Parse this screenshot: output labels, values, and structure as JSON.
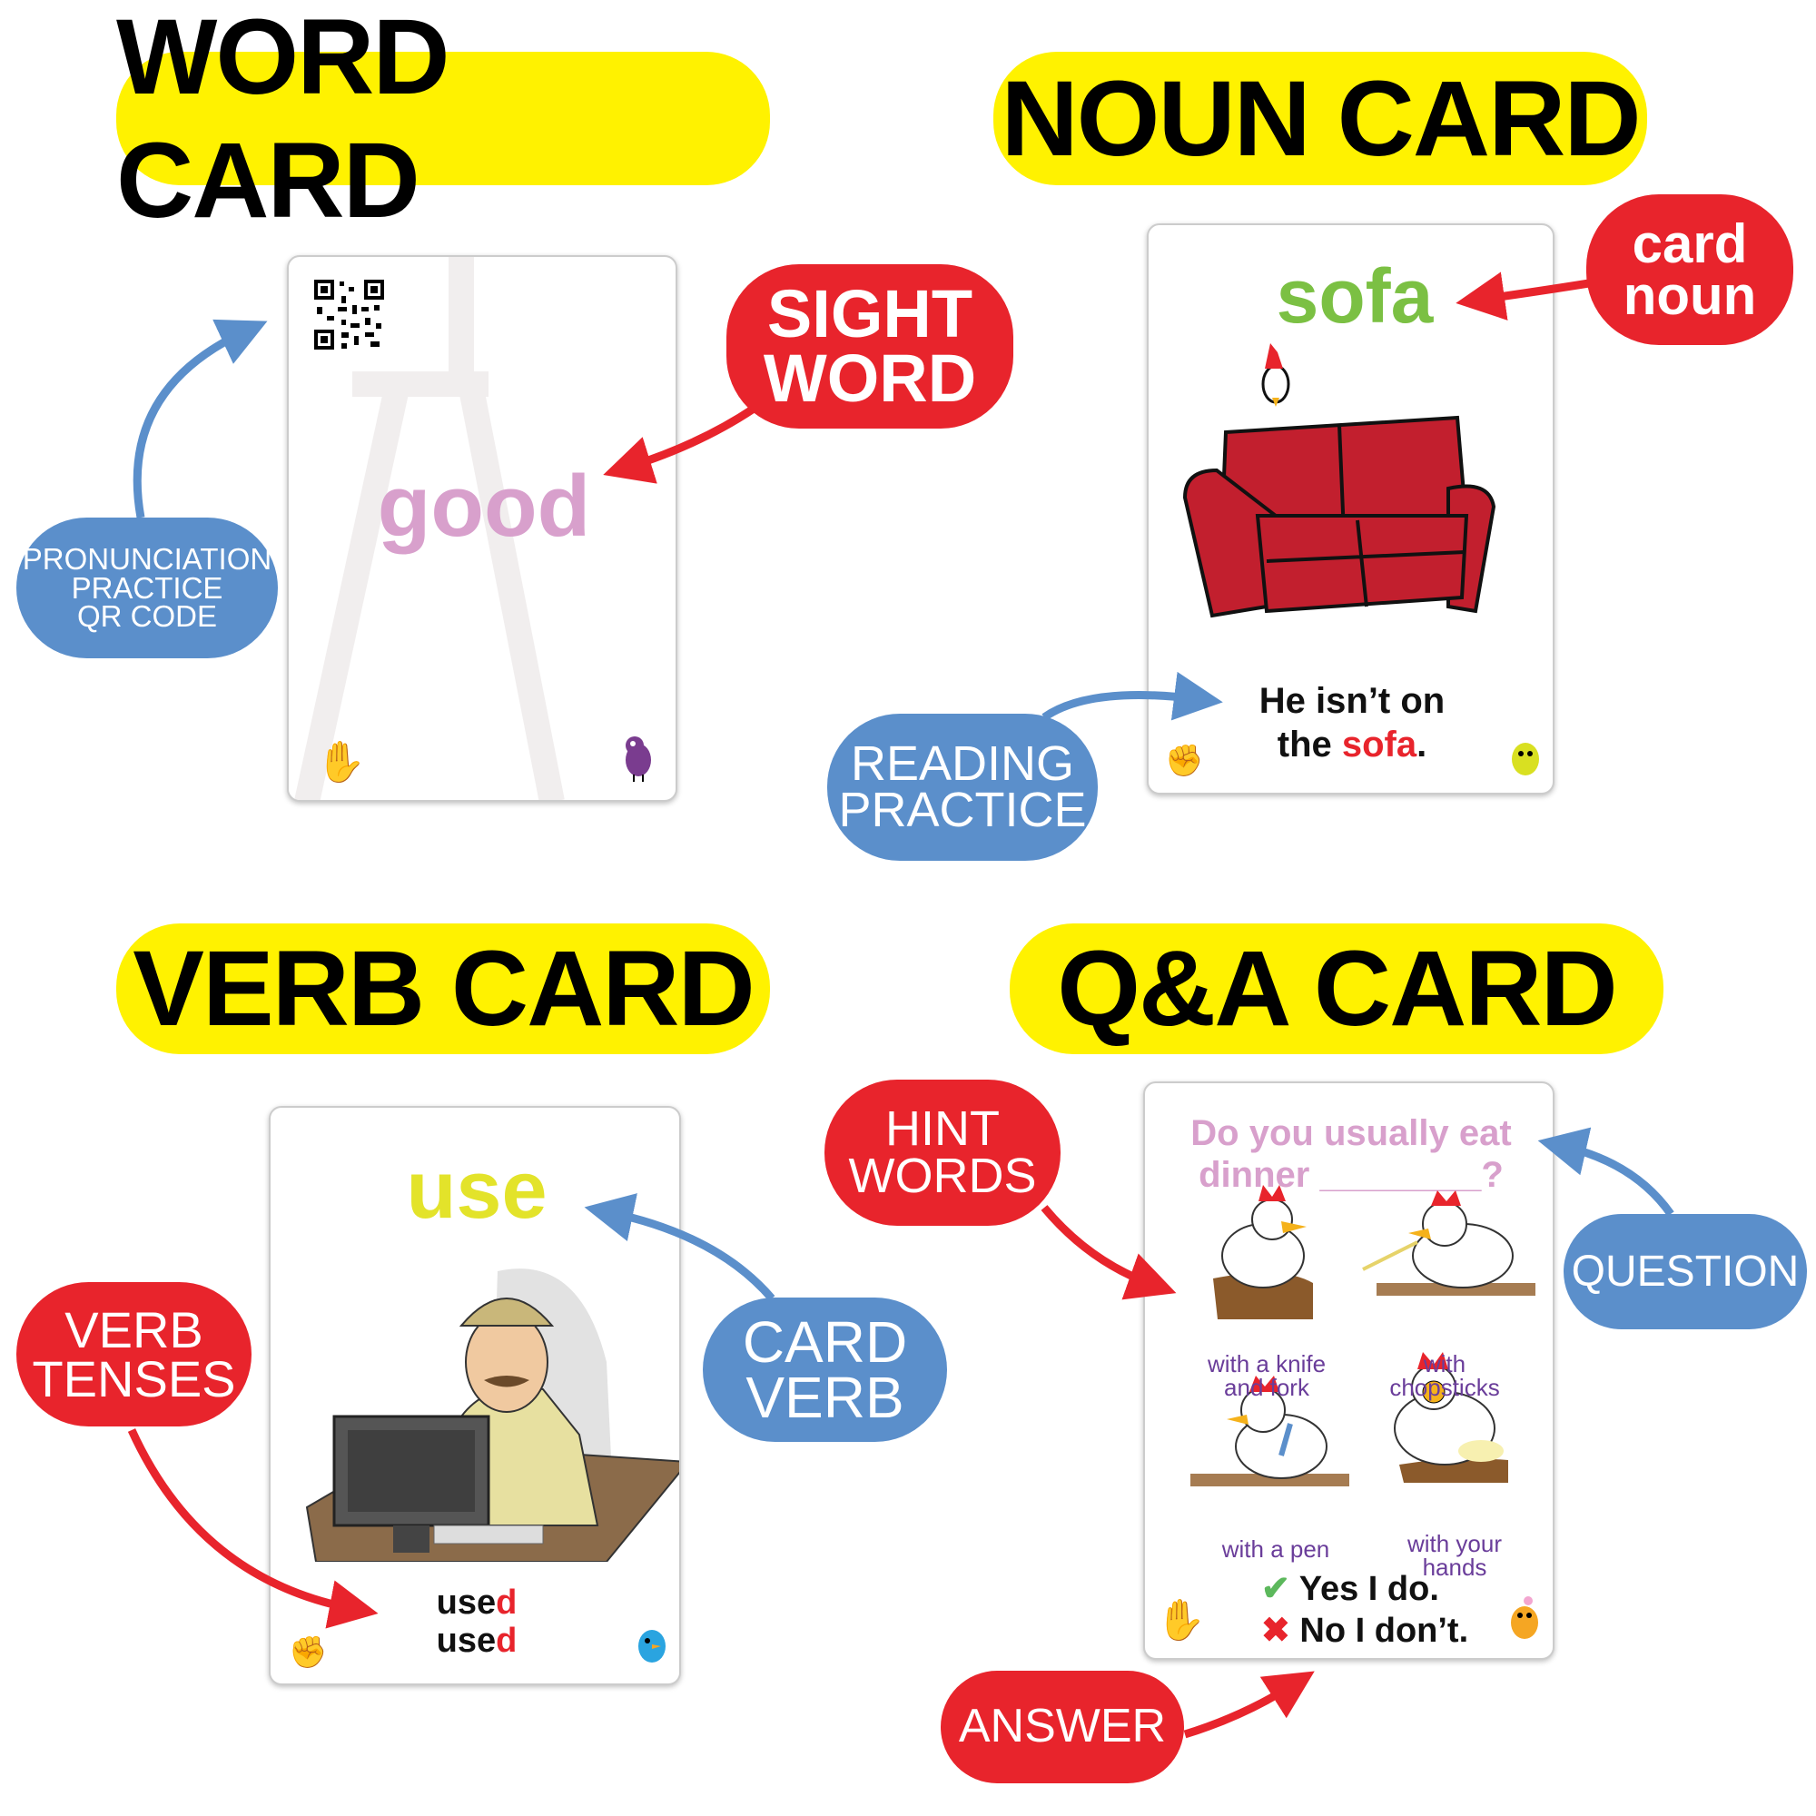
{
  "sections": {
    "word": {
      "title": "WORD CARD",
      "word": "good",
      "callouts": {
        "sight_word": "SIGHT\nWORD",
        "qr": "PRONUNCIATION\nPRACTICE\nQR CODE"
      }
    },
    "noun": {
      "title": "NOUN CARD",
      "word": "sofa",
      "sentence_line1": "He isn’t on",
      "sentence_line2_prefix": "the ",
      "sentence_highlight": "sofa",
      "sentence_suffix": ".",
      "callouts": {
        "card_noun": "card\nnoun",
        "reading": "READING\nPRACTICE"
      }
    },
    "verb": {
      "title": "VERB CARD",
      "word": "use",
      "tense1_stem": "use",
      "tense1_end": "d",
      "tense2_stem": "use",
      "tense2_end": "d",
      "callouts": {
        "tenses": "VERB\nTENSES",
        "card_verb": "CARD\nVERB"
      }
    },
    "qa": {
      "title": "Q&A CARD",
      "question_line1": "Do you usually eat",
      "question_line2": "dinner ________?",
      "options": [
        "with a knife\nand fork",
        "with chopsticks",
        "with a pen",
        "with your hands"
      ],
      "yes": "Yes I do.",
      "no": "No I don’t.",
      "callouts": {
        "hint": "HINT\nWORDS",
        "question": "QUESTION",
        "answer": "ANSWER"
      }
    }
  },
  "colors": {
    "yellow": "#fff200",
    "red": "#e8242c",
    "blue": "#5b8fcb",
    "pink": "#d8a0cc",
    "green": "#7bc043"
  }
}
